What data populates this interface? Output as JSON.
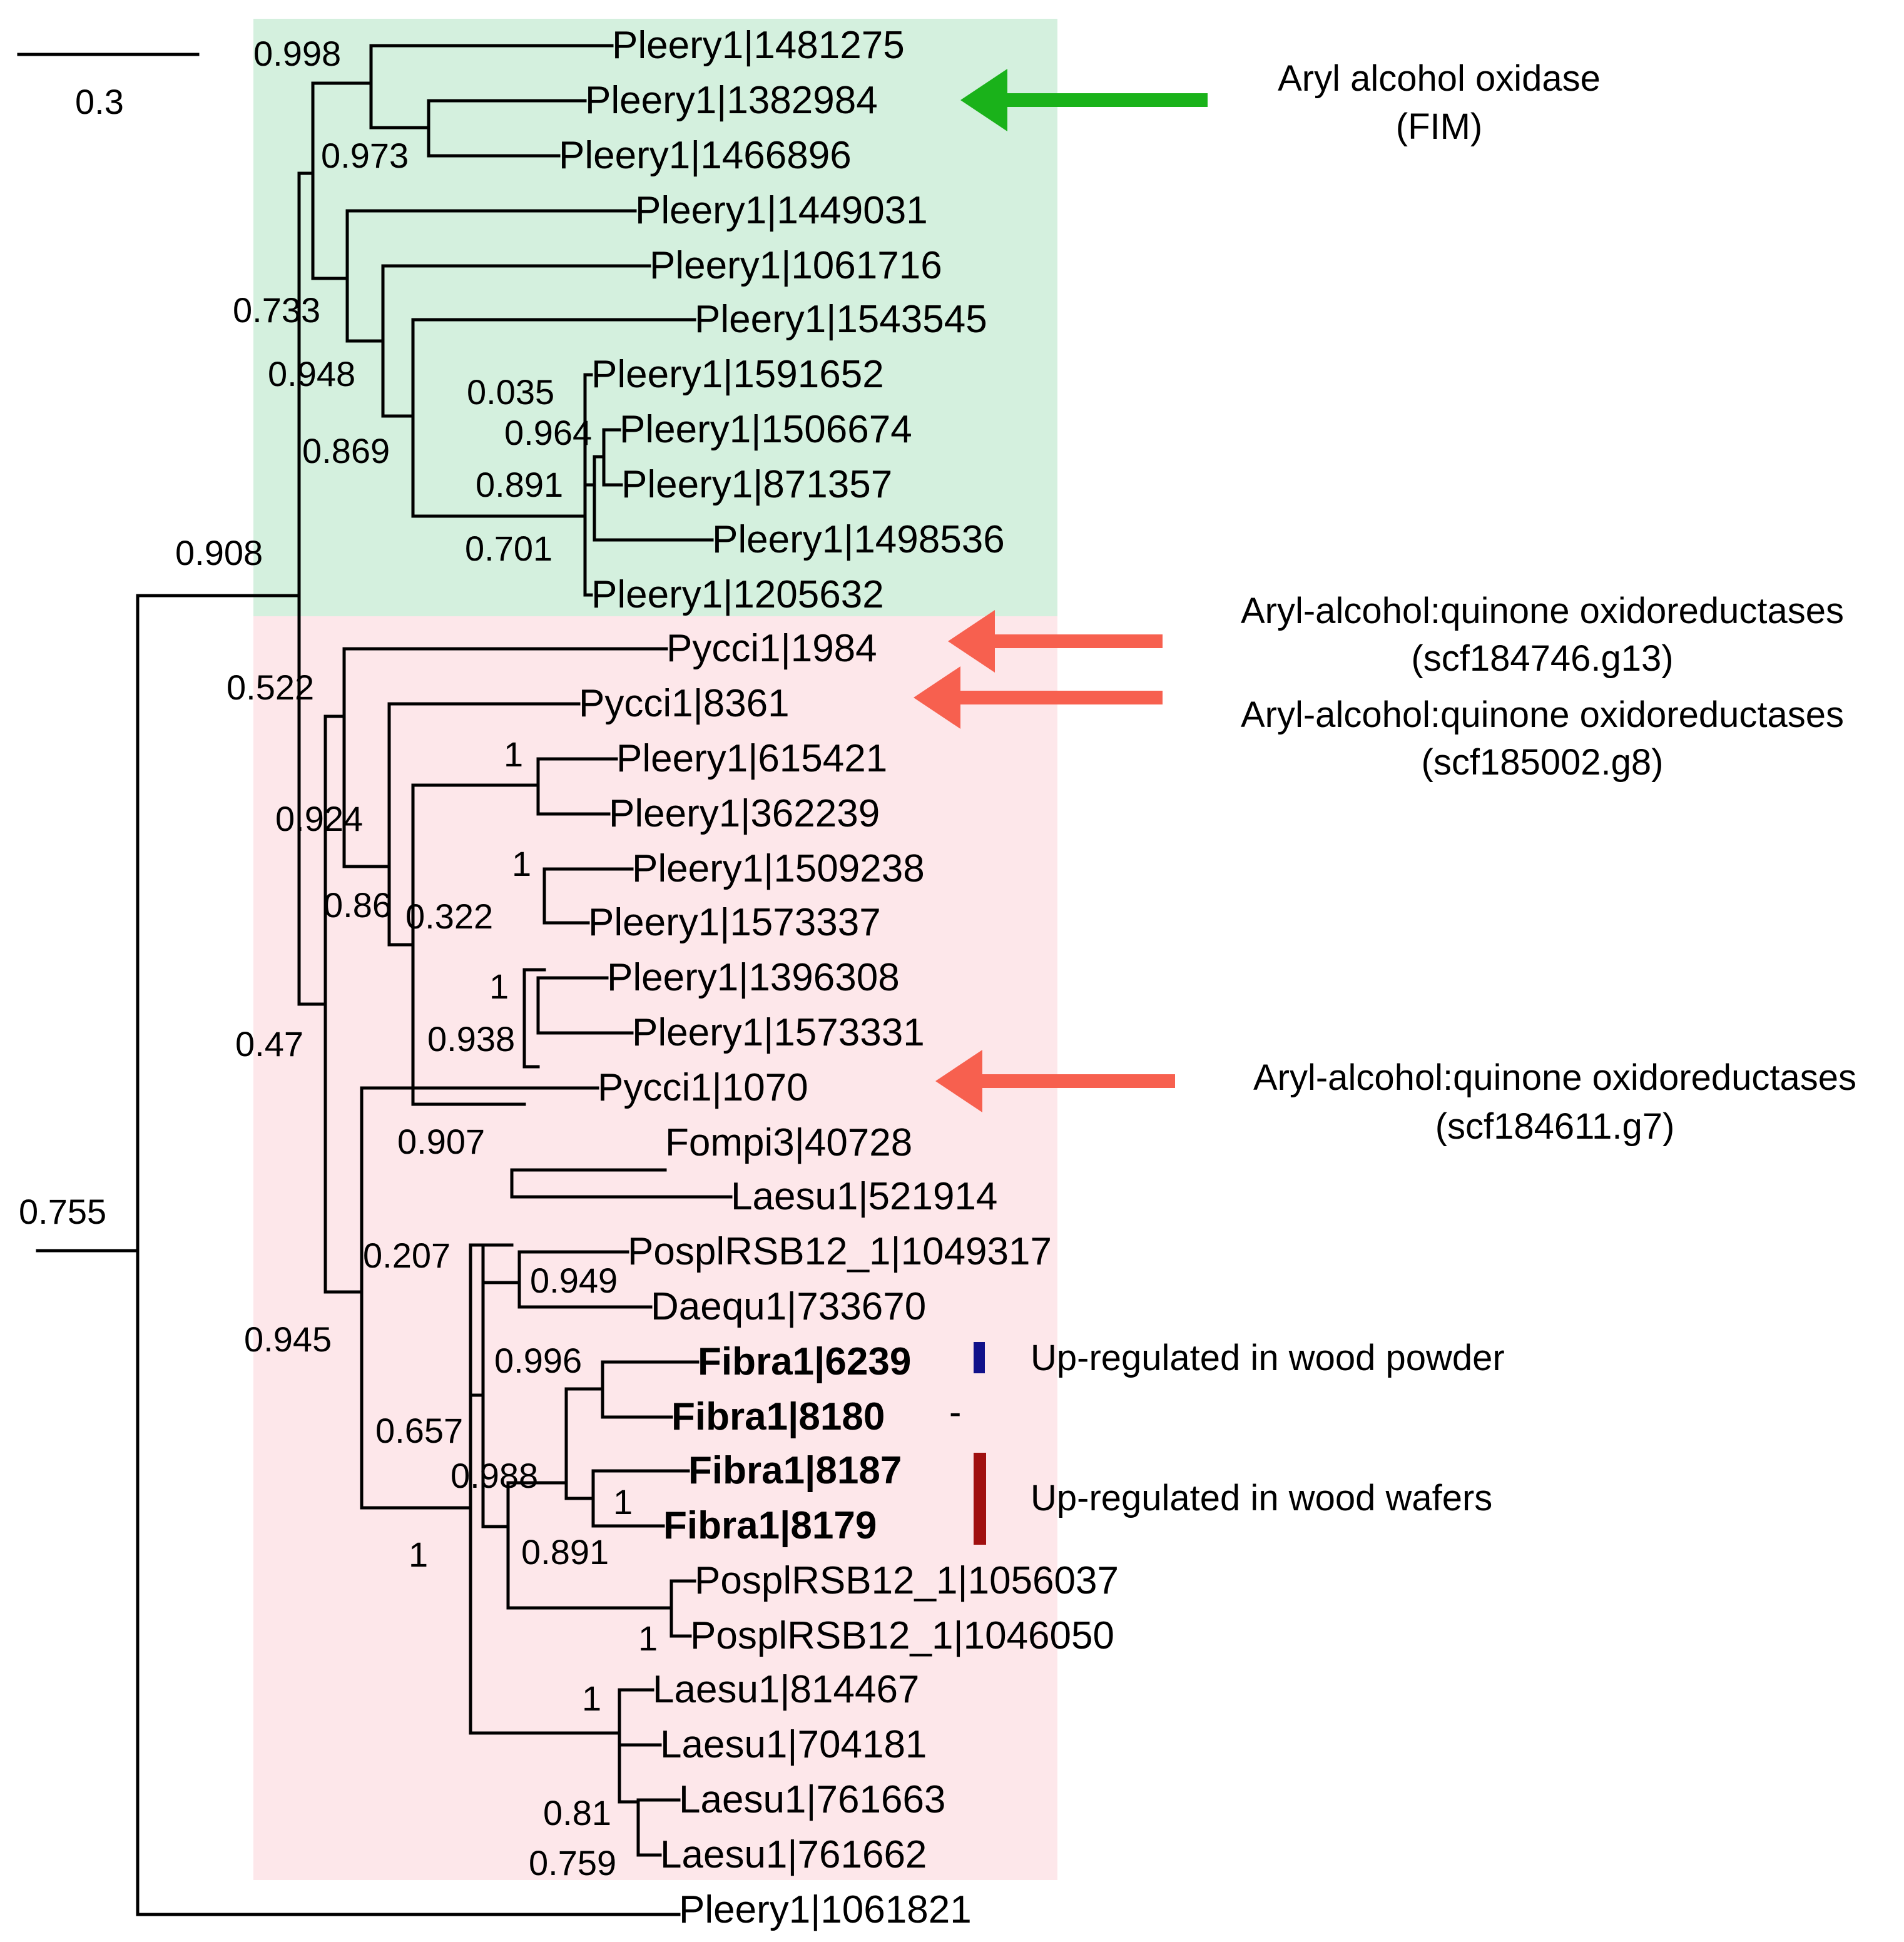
{
  "scale_bar": {
    "label": "0.3"
  },
  "colors": {
    "clade_green_bg": "#d4f0de",
    "clade_red_bg": "#fde7ea",
    "green_arrow": "#1ab21a",
    "red_arrow": "#f7604f",
    "blue_marker": "#11118a",
    "dark_red_marker": "#a01010",
    "blue_text": "#11118a",
    "dark_red_text": "#a01010"
  },
  "leaves": [
    {
      "id": "l01",
      "label": "Pleery1|1481275"
    },
    {
      "id": "l02",
      "label": "Pleery1|1382984"
    },
    {
      "id": "l03",
      "label": "Pleery1|1466896"
    },
    {
      "id": "l04",
      "label": "Pleery1|1449031"
    },
    {
      "id": "l05",
      "label": "Pleery1|1061716"
    },
    {
      "id": "l06",
      "label": "Pleery1|1543545"
    },
    {
      "id": "l07",
      "label": "Pleery1|1591652"
    },
    {
      "id": "l08",
      "label": "Pleery1|1506674"
    },
    {
      "id": "l09",
      "label": "Pleery1|871357"
    },
    {
      "id": "l10",
      "label": "Pleery1|1498536"
    },
    {
      "id": "l11",
      "label": "Pleery1|1205632"
    },
    {
      "id": "l12",
      "label": "Pycci1|1984"
    },
    {
      "id": "l13",
      "label": "Pycci1|8361"
    },
    {
      "id": "l14",
      "label": "Pleery1|615421"
    },
    {
      "id": "l15",
      "label": "Pleery1|362239"
    },
    {
      "id": "l16",
      "label": "Pleery1|1509238"
    },
    {
      "id": "l17",
      "label": "Pleery1|1573337"
    },
    {
      "id": "l18",
      "label": "Pleery1|1396308"
    },
    {
      "id": "l19",
      "label": "Pleery1|1573331"
    },
    {
      "id": "l20",
      "label": "Pycci1|1070"
    },
    {
      "id": "l21",
      "label": "Fompi3|40728"
    },
    {
      "id": "l22",
      "label": "Laesu1|521914"
    },
    {
      "id": "l23",
      "label": "PosplRSB12_1|1049317"
    },
    {
      "id": "l24",
      "label": "Daequ1|733670"
    },
    {
      "id": "l25",
      "label": "Fibra1|6239",
      "bold": true
    },
    {
      "id": "l26",
      "label": "Fibra1|8180",
      "bold": true
    },
    {
      "id": "l27",
      "label": "Fibra1|8187",
      "bold": true
    },
    {
      "id": "l28",
      "label": "Fibra1|8179",
      "bold": true
    },
    {
      "id": "l29",
      "label": "PosplRSB12_1|1056037"
    },
    {
      "id": "l30",
      "label": "PosplRSB12_1|1046050"
    },
    {
      "id": "l31",
      "label": "Laesu1|814467"
    },
    {
      "id": "l32",
      "label": "Laesu1|704181"
    },
    {
      "id": "l33",
      "label": "Laesu1|761663"
    },
    {
      "id": "l34",
      "label": "Laesu1|761662"
    },
    {
      "id": "l35",
      "label": "Pleery1|1061821"
    }
  ],
  "support_values": [
    {
      "id": "s01",
      "value": "0.998"
    },
    {
      "id": "s02",
      "value": "0.973"
    },
    {
      "id": "s03",
      "value": "0.733"
    },
    {
      "id": "s04",
      "value": "0.948"
    },
    {
      "id": "s05",
      "value": "0.869"
    },
    {
      "id": "s06",
      "value": "0.035"
    },
    {
      "id": "s07",
      "value": "0.964"
    },
    {
      "id": "s08",
      "value": "0.891"
    },
    {
      "id": "s09",
      "value": "0.701"
    },
    {
      "id": "s10",
      "value": "0.908"
    },
    {
      "id": "s11",
      "value": "0.522"
    },
    {
      "id": "s12",
      "value": "1"
    },
    {
      "id": "s13",
      "value": "0.924"
    },
    {
      "id": "s14",
      "value": "1"
    },
    {
      "id": "s15",
      "value": "0.86"
    },
    {
      "id": "s16",
      "value": "0.322"
    },
    {
      "id": "s17",
      "value": "1"
    },
    {
      "id": "s18",
      "value": "0.938"
    },
    {
      "id": "s19",
      "value": "0.47"
    },
    {
      "id": "s20",
      "value": "0.907"
    },
    {
      "id": "s21",
      "value": "0.755"
    },
    {
      "id": "s22",
      "value": "0.207"
    },
    {
      "id": "s23",
      "value": "0.949"
    },
    {
      "id": "s24",
      "value": "0.945"
    },
    {
      "id": "s25",
      "value": "0.996"
    },
    {
      "id": "s26",
      "value": "0.657"
    },
    {
      "id": "s27",
      "value": "0.988"
    },
    {
      "id": "s28",
      "value": "1"
    },
    {
      "id": "s29",
      "value": "0.891"
    },
    {
      "id": "s30",
      "value": "1"
    },
    {
      "id": "s31",
      "value": "1"
    },
    {
      "id": "s32",
      "value": "1"
    },
    {
      "id": "s33",
      "value": "0.81"
    },
    {
      "id": "s34",
      "value": "0.759"
    }
  ],
  "annotations": {
    "aao": {
      "line1": "Aryl alcohol oxidase",
      "line2": "(FIM)"
    },
    "aqo1": {
      "line1": "Aryl-alcohol:quinone oxidoreductases",
      "line2": "(scf184746.g13)"
    },
    "aqo2": {
      "line1": "Aryl-alcohol:quinone oxidoreductases",
      "line2": "(scf185002.g8)"
    },
    "aqo3": {
      "line1": "Aryl-alcohol:quinone oxidoreductases",
      "line2": "(scf184611.g7)"
    },
    "powder": {
      "label": "Up-regulated in wood powder"
    },
    "dash": {
      "label": "-"
    },
    "wafers": {
      "label": "Up-regulated in wood wafers"
    }
  }
}
